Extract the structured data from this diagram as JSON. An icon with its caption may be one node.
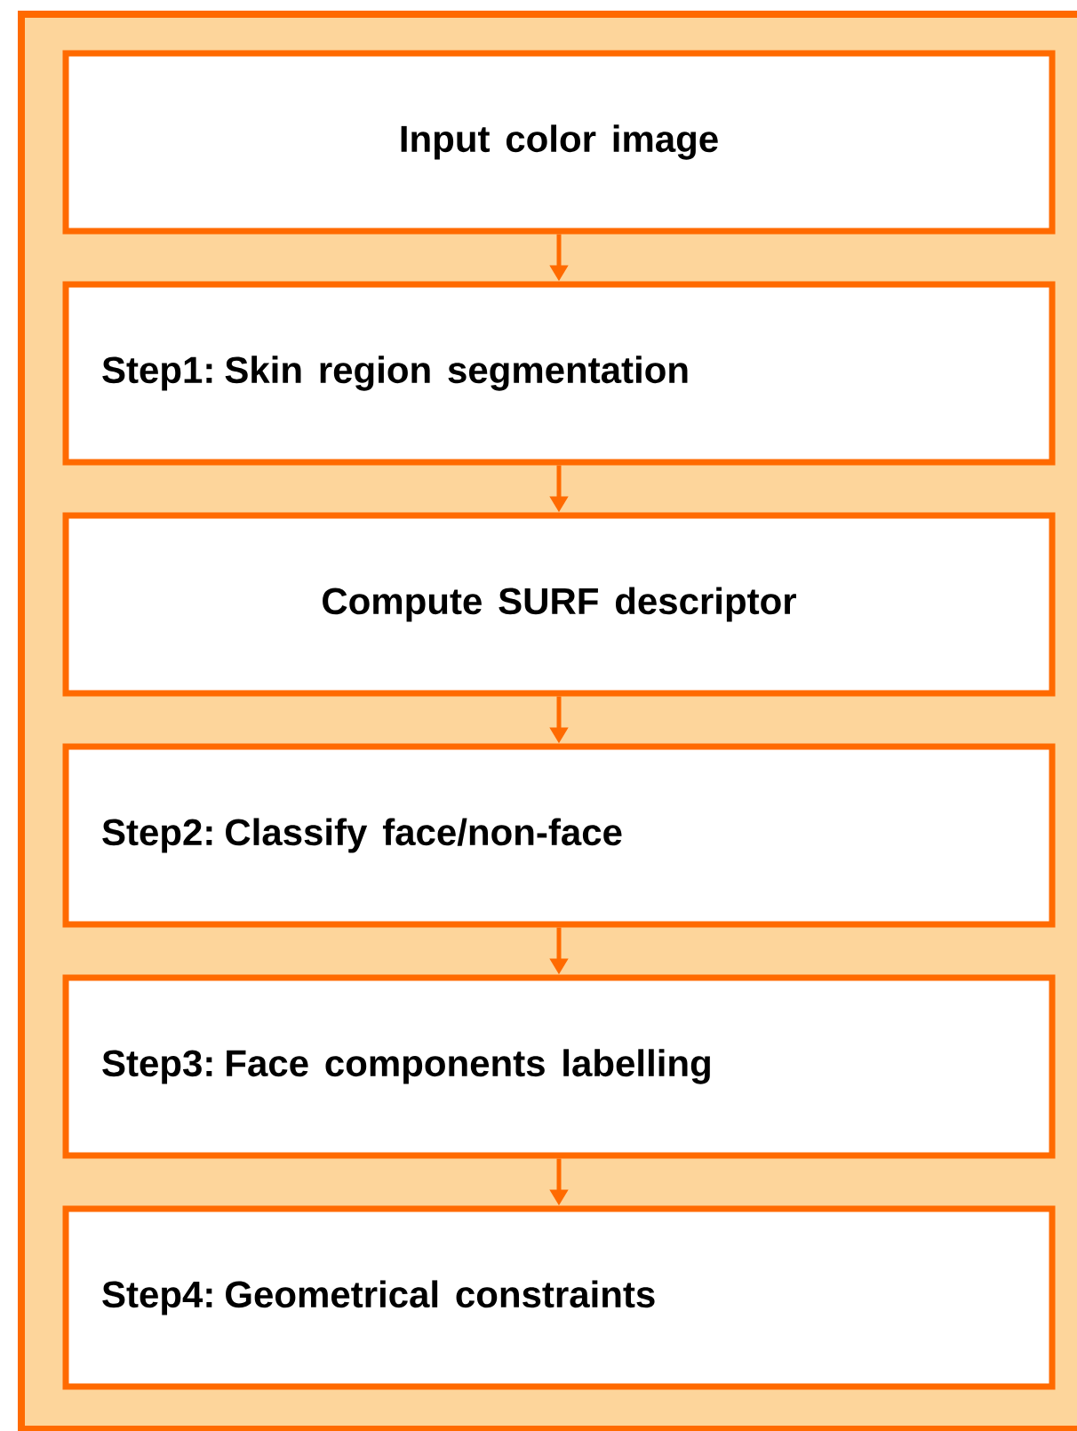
{
  "diagram": {
    "nodes": [
      {
        "text": [],
        "shape": "box"
      },
      {
        "text": [
          "Input color image"
        ],
        "in": 0
      },
      {
        "text": [
          "Step1: Skin region segmentation"
        ],
        "in": 0
      },
      {
        "text": [
          "Compute SURF descriptor"
        ],
        "in": 0
      },
      {
        "text": [
          "Step2: Classify face/non-face"
        ],
        "in": 0
      },
      {
        "text": [
          "Step3: Face components labelling"
        ],
        "in": 0
      },
      {
        "text": [
          "Step4: Geometrical constraints"
        ],
        "in": 0
      }
    ],
    "edges": [
      {
        "from": 1,
        "to": 2,
        "arrow": "to"
      },
      {
        "from": 2,
        "to": 3,
        "arrow": "to"
      },
      {
        "from": 3,
        "to": 4,
        "arrow": "to"
      },
      {
        "from": 4,
        "to": 5,
        "arrow": "to"
      },
      {
        "from": 5,
        "to": 6,
        "arrow": "to"
      }
    ]
  }
}
